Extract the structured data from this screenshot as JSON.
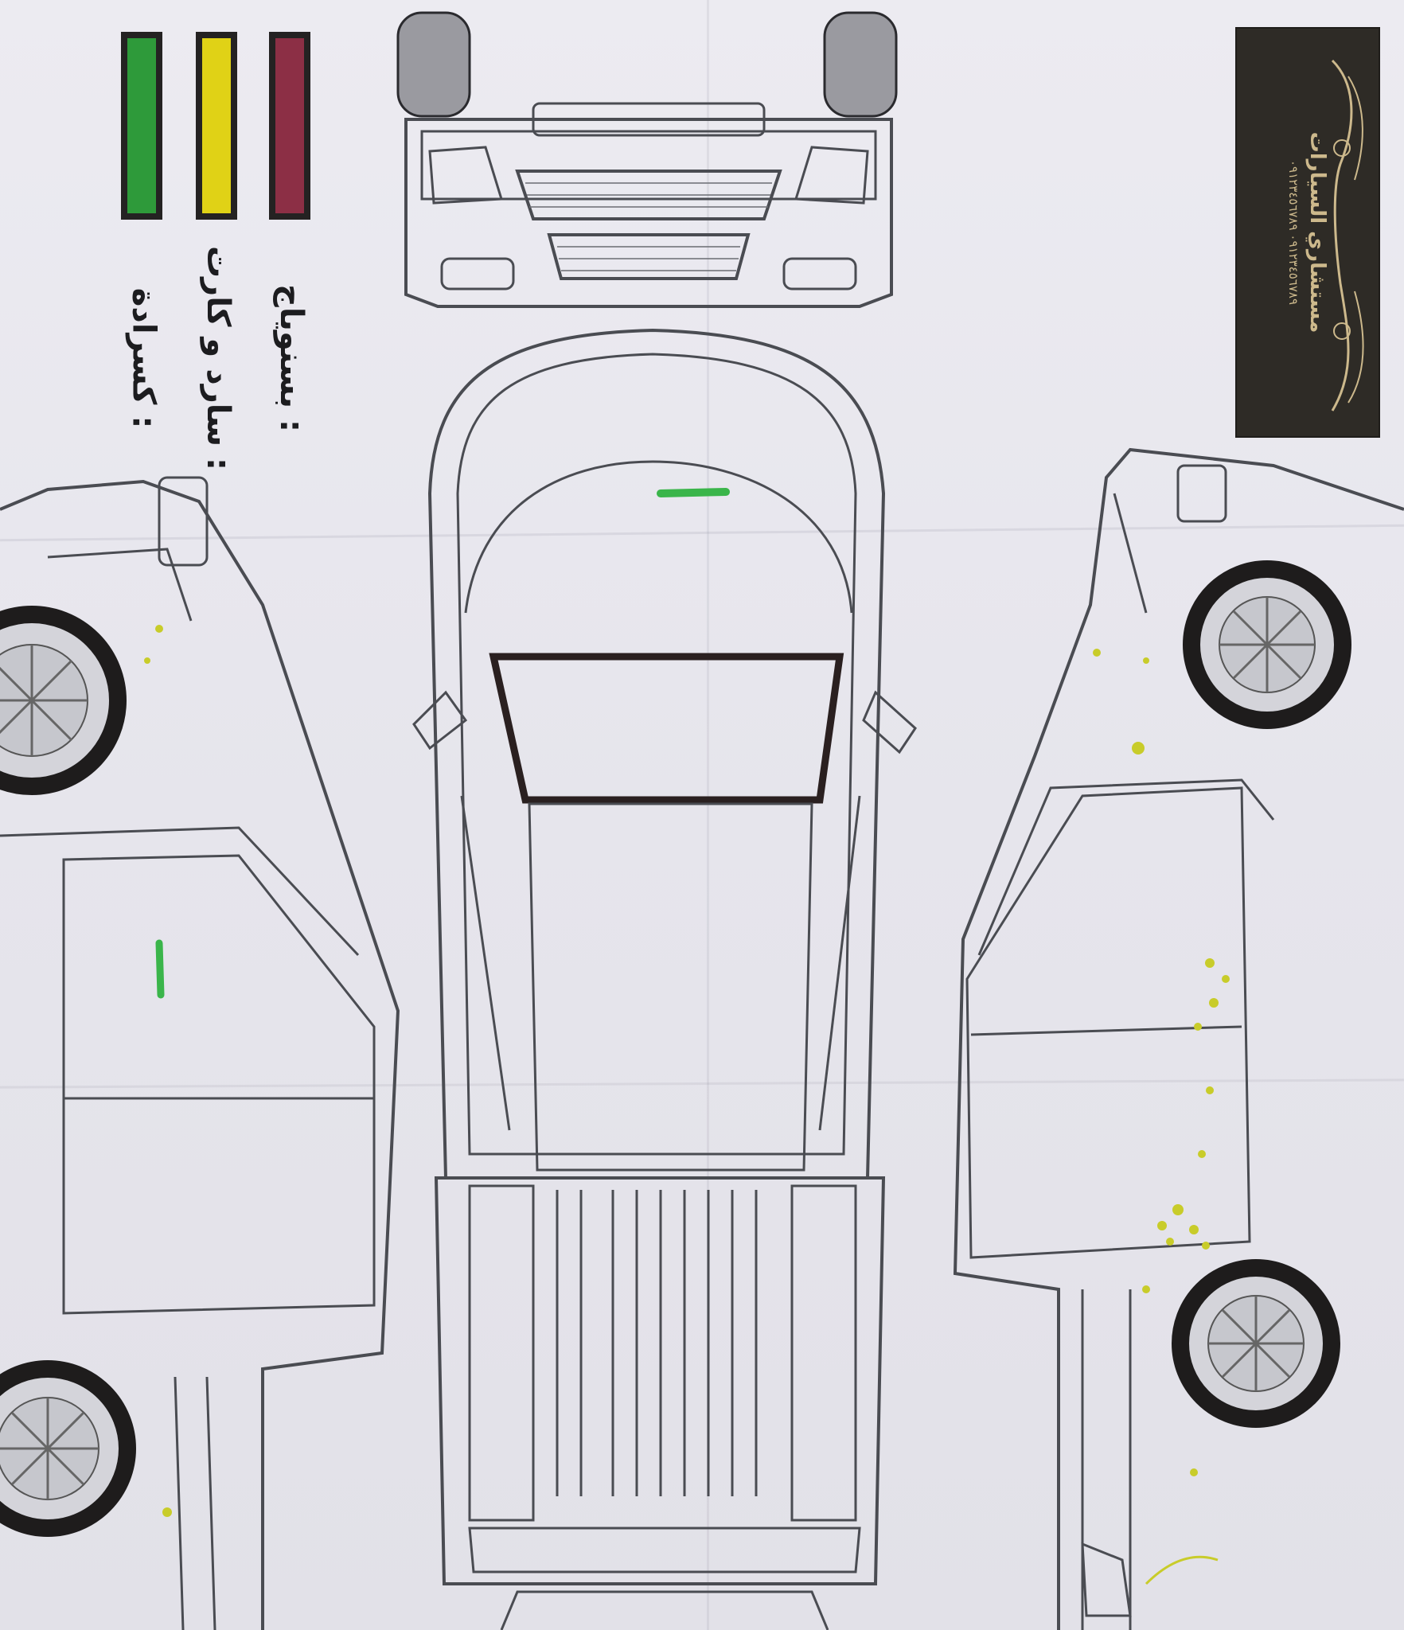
{
  "legend": {
    "items": [
      {
        "label": "بسنوياج :",
        "color": "#8c2f45"
      },
      {
        "label": "سارد و كارت :",
        "color": "#e0d216"
      },
      {
        "label": "كسرادة :",
        "color": "#2e9a3a"
      }
    ]
  },
  "logo": {
    "title": "مستشاري السيارات",
    "phone": "٠٩١٢٣٤٥٦٧٨٩ ٠٩١٢٣٤٥٦٧٨٩",
    "text_color": "#cdb98c",
    "bg_color": "#2e2b26"
  },
  "marks": {
    "green": "#3ab54a",
    "yellow": "#c8cc2a",
    "outline": "#4a4c52",
    "windshield": "#2a2020"
  }
}
